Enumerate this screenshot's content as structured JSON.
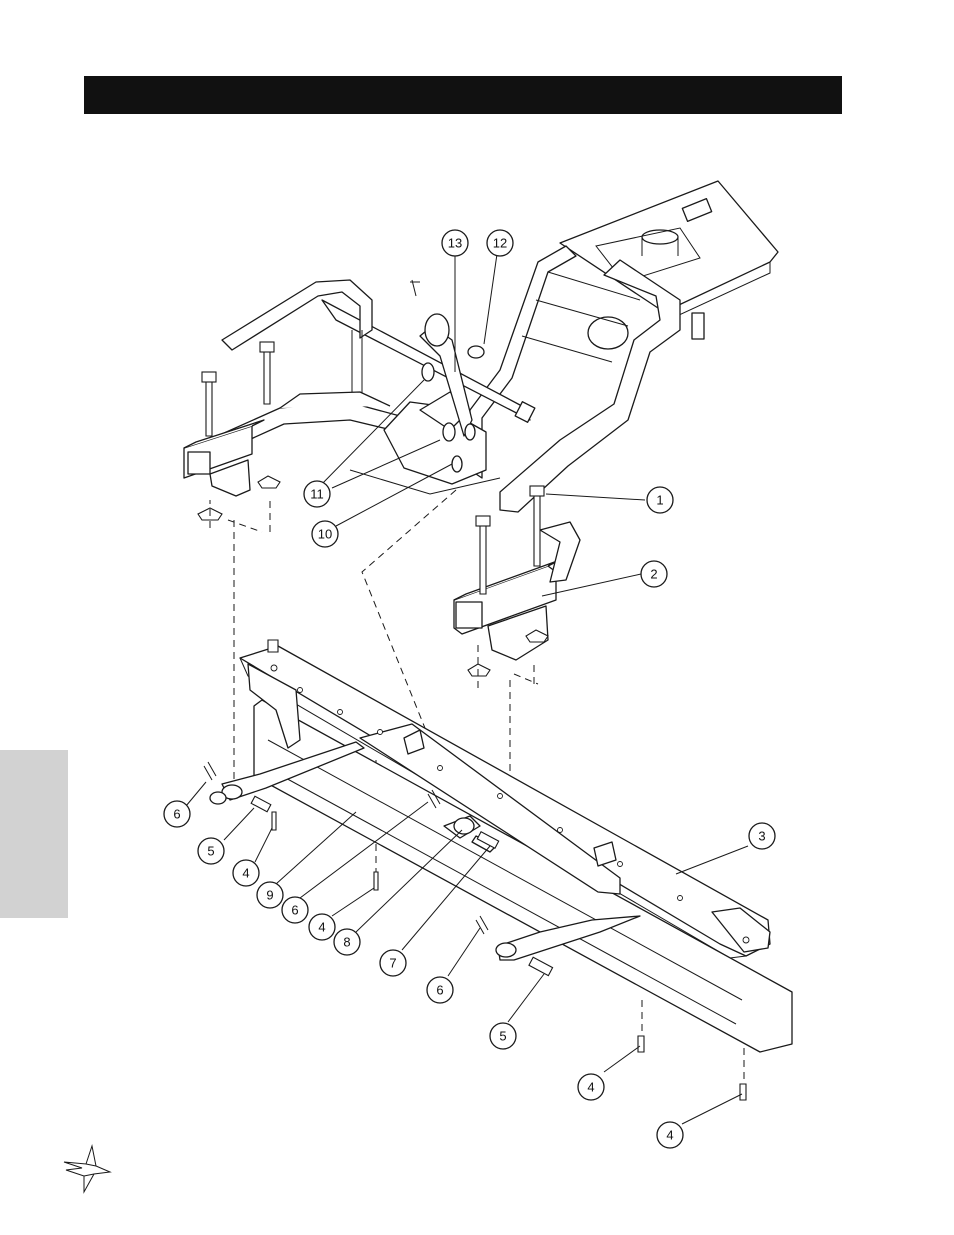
{
  "header": {
    "title": ""
  },
  "side_tab": {
    "label": ""
  },
  "callouts": [
    {
      "id": "c13a",
      "label": "13"
    },
    {
      "id": "c12",
      "label": "12"
    },
    {
      "id": "c11",
      "label": "11"
    },
    {
      "id": "c10",
      "label": "10"
    },
    {
      "id": "c1",
      "label": "1"
    },
    {
      "id": "c2",
      "label": "2"
    },
    {
      "id": "c3",
      "label": "3"
    },
    {
      "id": "c6a",
      "label": "6"
    },
    {
      "id": "c5a",
      "label": "5"
    },
    {
      "id": "c4a",
      "label": "4"
    },
    {
      "id": "c9",
      "label": "9"
    },
    {
      "id": "c6b",
      "label": "6"
    },
    {
      "id": "c4b",
      "label": "4"
    },
    {
      "id": "c8",
      "label": "8"
    },
    {
      "id": "c7",
      "label": "7"
    },
    {
      "id": "c6c",
      "label": "6"
    },
    {
      "id": "c5b",
      "label": "5"
    },
    {
      "id": "c4c",
      "label": "4"
    },
    {
      "id": "c4d",
      "label": "4"
    }
  ],
  "colors": {
    "header": "#111111",
    "side_tab": "#d2d2d2",
    "line": "#1a1a1a"
  },
  "icons": {
    "logo": "star-logo-icon"
  }
}
